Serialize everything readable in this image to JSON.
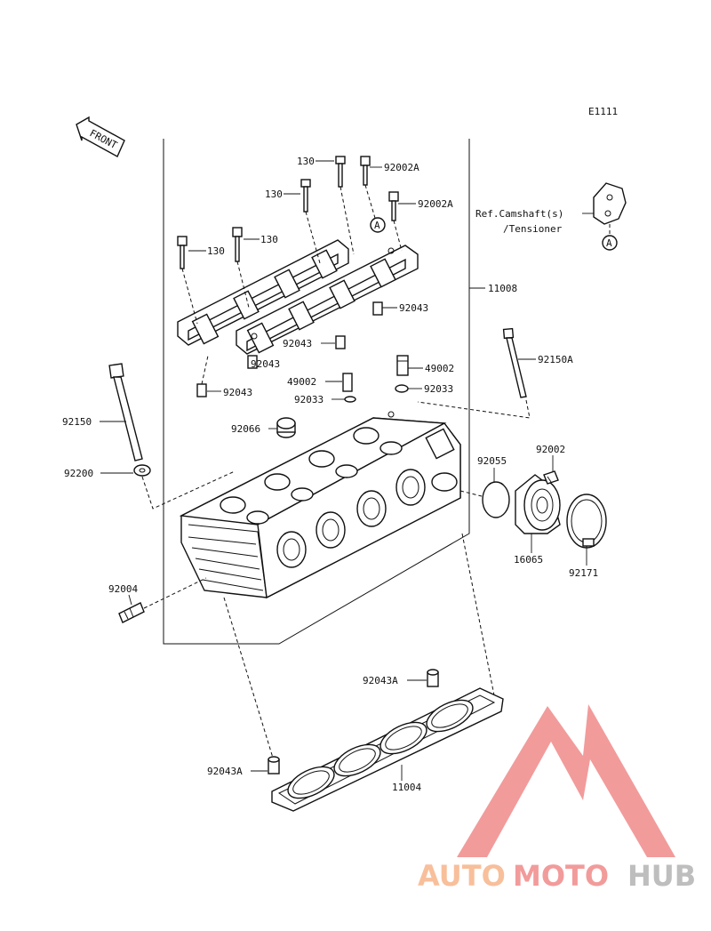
{
  "diagram_code": "E1111",
  "front_label": "FRONT",
  "reference": {
    "line1": "Ref.Camshaft(s)",
    "line2": "/Tensioner",
    "marker": "A"
  },
  "marker_a": "A",
  "parts": {
    "p130a": "130",
    "p130b": "130",
    "p130c": "130",
    "p130d": "130",
    "p92002a1": "92002A",
    "p92002a2": "92002A",
    "p92043a": "92043",
    "p92043b": "92043",
    "p92043c": "92043",
    "p92043d": "92043",
    "p11008": "11008",
    "p49002a": "49002",
    "p49002b": "49002",
    "p92033a": "92033",
    "p92033b": "92033",
    "p92150": "92150",
    "p92150a": "92150A",
    "p92066": "92066",
    "p92200": "92200",
    "p92055": "92055",
    "p92002": "92002",
    "p16065": "16065",
    "p92171": "92171",
    "p92004": "92004",
    "p92043A1": "92043A",
    "p92043A2": "92043A",
    "p11004": "11004"
  },
  "watermark": {
    "part1": "AUTO",
    "part2": "MOTO",
    "part3": "HUB",
    "color1": "#f7b58a",
    "color2": "#f08a8a",
    "color3": "#b3b3b3"
  }
}
